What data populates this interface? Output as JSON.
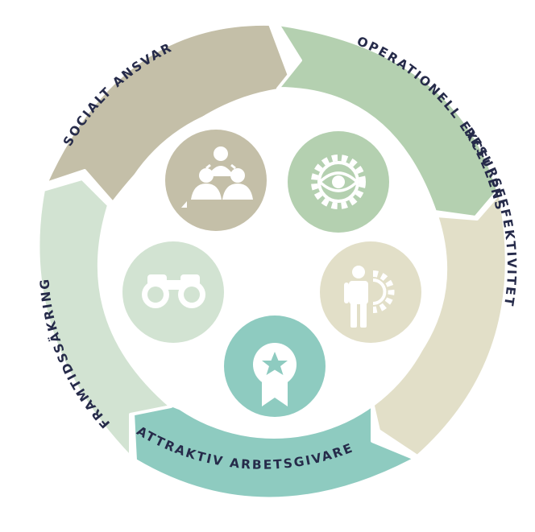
{
  "diagram": {
    "segments": [
      {
        "id": "socialt-ansvar",
        "label": "SOCIALT ANSVAR",
        "color": "#c4bfa8",
        "icon": "team-people-icon",
        "icon_bg": "#c4bfa8"
      },
      {
        "id": "operationell-excellens",
        "label": "OPERATIONELL EXCELLENS",
        "color": "#b4d0b0",
        "icon": "gear-eye-icon",
        "icon_bg": "#b4d0b0"
      },
      {
        "id": "resurseffektivitet",
        "label": "RESURSEFFEKTIVITET",
        "color": "#e2dfc8",
        "icon": "person-gear-icon",
        "icon_bg": "#e2dfc8"
      },
      {
        "id": "attraktiv-arbetsgivare",
        "label": "ATTRAKTIV ARBETSGIVARE",
        "color": "#8ecbc0",
        "icon": "star-award-icon",
        "icon_bg": "#8ecbc0"
      },
      {
        "id": "framtidssakring",
        "label": "FRAMTIDSSÄKRING",
        "color": "#d2e3d2",
        "icon": "binoculars-icon",
        "icon_bg": "#d2e3d2"
      }
    ],
    "text_color": "#262b4a"
  }
}
